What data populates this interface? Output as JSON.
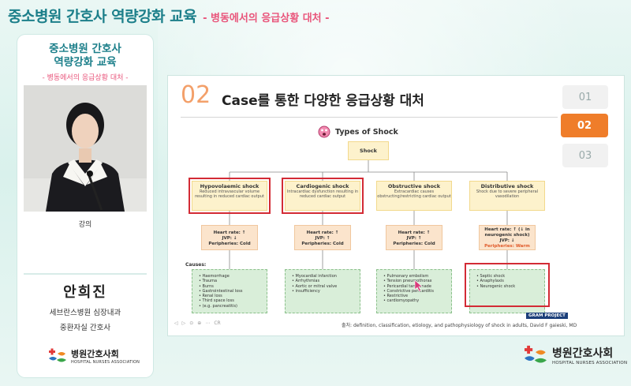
{
  "header": {
    "title": "중소병원 간호사 역량강화 교육",
    "subtitle": "- 병동에서의 응급상황 대처 -"
  },
  "sidebar": {
    "title_line1": "중소병원 간호사",
    "title_line2": "역량강화 교육",
    "subtitle": "- 병동에서의 응급상황 대처 -",
    "video_label": "강의",
    "speaker_name": "안희진",
    "affiliation_line1": "세브란스병원 심장내과",
    "affiliation_line2": "중환자실 간호사",
    "logo_kr": "병원간호사회",
    "logo_en": "HOSPITAL NURSES ASSOCIATION"
  },
  "slide": {
    "number": "02",
    "heading": "Case를 통한 다양한 응급상황 대처",
    "nav": [
      "01",
      "02",
      "03"
    ],
    "active_nav": "02",
    "source": "출처: definition, classification, etiology, and pathophysiology of shock in adults, David F gaieski, MD",
    "gram_label": "GRAM PROJECT",
    "player_controls": [
      "◁",
      "▷",
      "⊙",
      "⊕",
      "⋯",
      "CR"
    ]
  },
  "flowchart": {
    "title": "Types of Shock",
    "root": "Shock",
    "causes_label": "Causes:",
    "types": [
      {
        "name": "Hypovolaemic shock",
        "desc": "Reduced intravascular volume resulting in reduced cardiac output",
        "hr": "Heart rate: ↑",
        "jvp": "JVP: ↓",
        "periph": "Peripheries: Cold",
        "causes": [
          "Haemorrhage",
          "Trauma",
          "Burns",
          "Gastrointestinal loss",
          "Renal loss",
          "Third space loss",
          "(e.g. pancreatitis)"
        ]
      },
      {
        "name": "Cardiogenic shock",
        "desc": "Intracardiac dysfunction resulting in reduced cardiac output",
        "hr": "Heart rate: ↑",
        "jvp": "JVP: ↑",
        "periph": "Peripheries: Cold",
        "causes": [
          "Myocardial infarction",
          "Arrhythmias",
          "Aortic or mitral valve",
          "insufficiency"
        ]
      },
      {
        "name": "Obstructive shock",
        "desc": "Extracardiac causes obstructing/restricting cardiac output",
        "hr": "Heart rate: ↑",
        "jvp": "JVP: ↑",
        "periph": "Peripheries: Cold",
        "causes": [
          "Pulmonary embolism",
          "Tension pneumothorax",
          "Pericardial tamponade",
          "Constrictive pericarditis",
          "Restrictive",
          "cardiomyopathy"
        ]
      },
      {
        "name": "Distributive shock",
        "desc": "Shock due to severe peripheral vasodilation",
        "hr": "Heart rate: ↑ (↓ in",
        "hr2": "neurogenic shock)",
        "jvp": "JVP: ↓",
        "periph": "Peripheries: Warm",
        "causes": [
          "Septic shock",
          "Anaphylaxis",
          "Neurogenic shock"
        ]
      }
    ]
  },
  "colors": {
    "brand_teal": "#1c7f8a",
    "accent_pink": "#e9557b",
    "nav_active": "#ef7d2a",
    "highlight_red": "#d32b35"
  },
  "logo_right": {
    "kr": "병원간호사회",
    "en": "HOSPITAL NURSES ASSOCIATION"
  }
}
